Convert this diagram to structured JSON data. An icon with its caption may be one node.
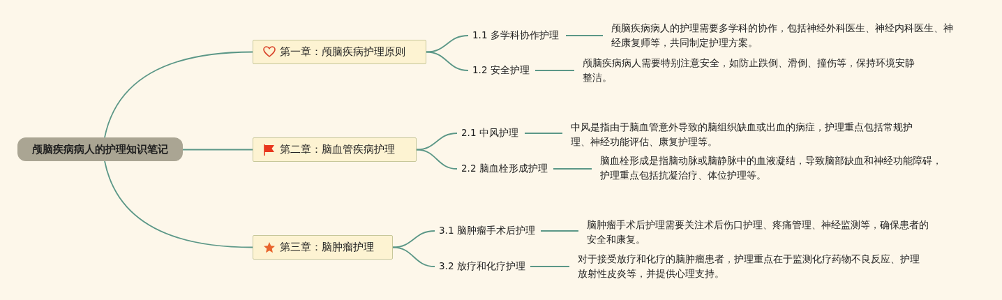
{
  "diagram": {
    "nodes": [
      {
        "text": [
          "颅脑疾病病人的护理知识笔记"
        ]
      },
      {
        "text": [
          "第一章：颅脑疾病护理原则"
        ]
      },
      {
        "text": [
          "1.1 多学科协作护理"
        ]
      },
      {
        "text": [
          "颅脑疾病病人的护理需要多学科的协作，包括神经外科医生、神经内科医生、神经康复师等，共同制定护理方案。"
        ]
      },
      {
        "text": [
          "1.2 安全护理"
        ]
      },
      {
        "text": [
          "颅脑疾病病人需要特别注意安全，如防止跌倒、滑倒、撞伤等，保持环境安静整洁。"
        ]
      },
      {
        "text": [
          "第二章：脑血管疾病护理"
        ]
      },
      {
        "text": [
          "2.1 中风护理"
        ]
      },
      {
        "text": [
          "中风是指由于脑血管意外导致的脑组织缺血或出血的病症，护理重点包括常规护理、神经功能评估、康复护理等。"
        ]
      },
      {
        "text": [
          "2.2 脑血栓形成护理"
        ]
      },
      {
        "text": [
          "脑血栓形成是指脑动脉或脑静脉中的血液凝结，导致脑部缺血和神经功能障碍，护理重点包括抗凝治疗、体位护理等。"
        ]
      },
      {
        "text": [
          "第三章：脑肿瘤护理"
        ]
      },
      {
        "text": [
          "3.1 脑肿瘤手术后护理"
        ]
      },
      {
        "text": [
          "脑肿瘤手术后护理需要关注术后伤口护理、疼痛管理、神经监测等，确保患者的安全和康复。"
        ]
      },
      {
        "text": [
          "3.2 放疗和化疗护理"
        ]
      },
      {
        "text": [
          "对于接受放疗和化疗的脑肿瘤患者，护理重点在于监测化疗药物不良反应、护理放射性皮炎等，并提供心理支持。"
        ]
      }
    ],
    "edges": [
      {
        "from": 0,
        "to": 1,
        "arrow": "none"
      },
      {
        "from": 0,
        "to": 6,
        "arrow": "none"
      },
      {
        "from": 0,
        "to": 11,
        "arrow": "none"
      },
      {
        "from": 1,
        "to": 2,
        "arrow": "none"
      },
      {
        "from": 1,
        "to": 4,
        "arrow": "none"
      },
      {
        "from": 6,
        "to": 7,
        "arrow": "none"
      },
      {
        "from": 6,
        "to": 9,
        "arrow": "none"
      },
      {
        "from": 11,
        "to": 12,
        "arrow": "none"
      },
      {
        "from": 11,
        "to": 14,
        "arrow": "none"
      },
      {
        "from": 2,
        "to": 3,
        "arrow": "none"
      },
      {
        "from": 4,
        "to": 5,
        "arrow": "none"
      },
      {
        "from": 7,
        "to": 8,
        "arrow": "none"
      },
      {
        "from": 9,
        "to": 10,
        "arrow": "none"
      },
      {
        "from": 12,
        "to": 13,
        "arrow": "none"
      },
      {
        "from": 14,
        "to": 15,
        "arrow": "none"
      }
    ]
  }
}
